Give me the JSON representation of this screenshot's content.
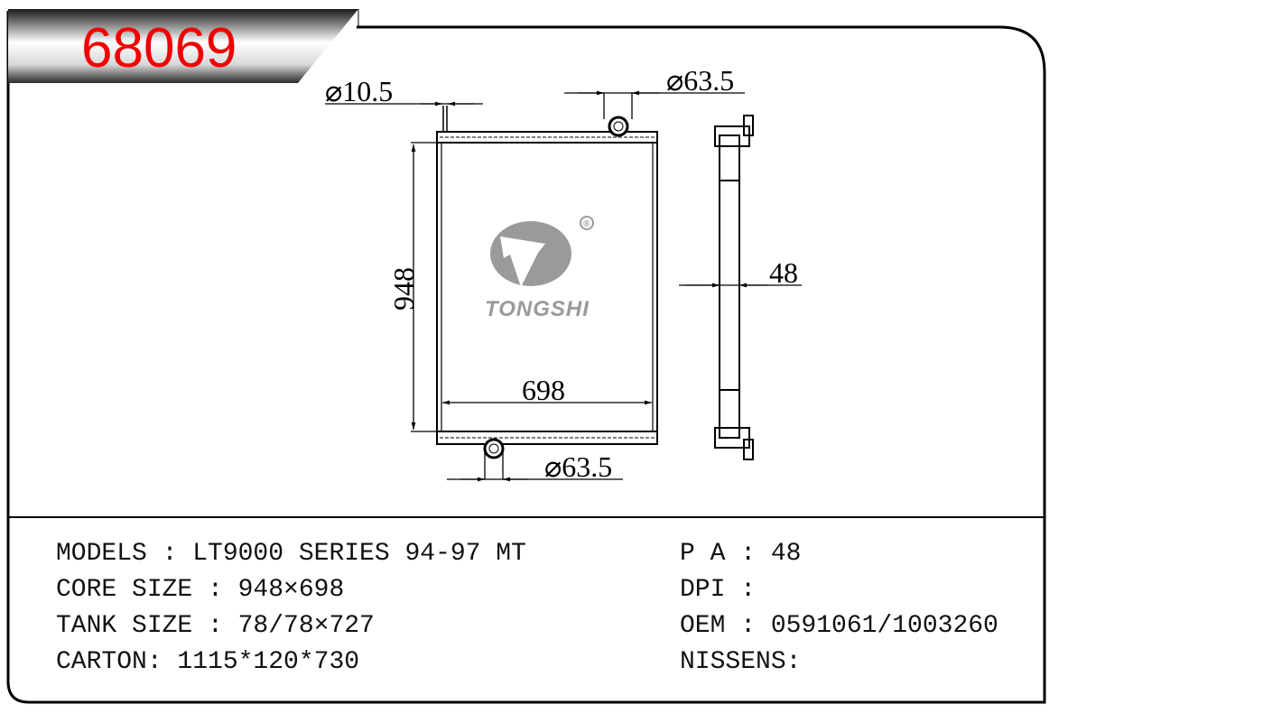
{
  "title": "68069",
  "colors": {
    "title": "#f00000",
    "logo": "#9a9a9a",
    "line": "#000000"
  },
  "drawing": {
    "filler_neck_dia": "⌀10.5",
    "top_inlet_dia": "⌀63.5",
    "bottom_outlet_dia": "⌀63.5",
    "core_height": "948",
    "core_width": "698",
    "core_thickness": "48"
  },
  "logo": {
    "brand": "TONGSHI",
    "registered": "®"
  },
  "specs": {
    "left": [
      "MODELS : LT9000 SERIES 94-97 MT",
      "CORE SIZE : 948×698",
      "TANK SIZE : 78/78×727",
      "CARTON: 1115*120*730"
    ],
    "right": [
      "P A : 48",
      "DPI :",
      "OEM : 0591061/1003260",
      "NISSENS:"
    ]
  }
}
